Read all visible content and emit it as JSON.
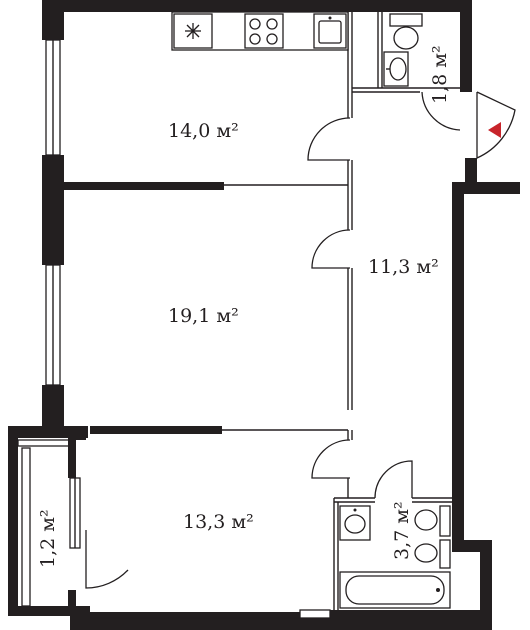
{
  "rooms": {
    "kitchen": "14,0 м²",
    "bath_top": "1,8 м²",
    "hallway": "11,3 м²",
    "living": "19,1 м²",
    "bedroom": "13,3 м²",
    "balcony": "1,2 м²",
    "bath_bottom": "3,7 м²"
  },
  "colors": {
    "walls": "#231f20",
    "entrance_marker": "#c8242b",
    "background": "#ffffff"
  },
  "icons": [
    "fridge-snowflake-icon",
    "stove-icon",
    "sink-icon",
    "toilet-icon",
    "washbasin-icon",
    "bathtub-icon",
    "entrance-arrow-icon"
  ]
}
